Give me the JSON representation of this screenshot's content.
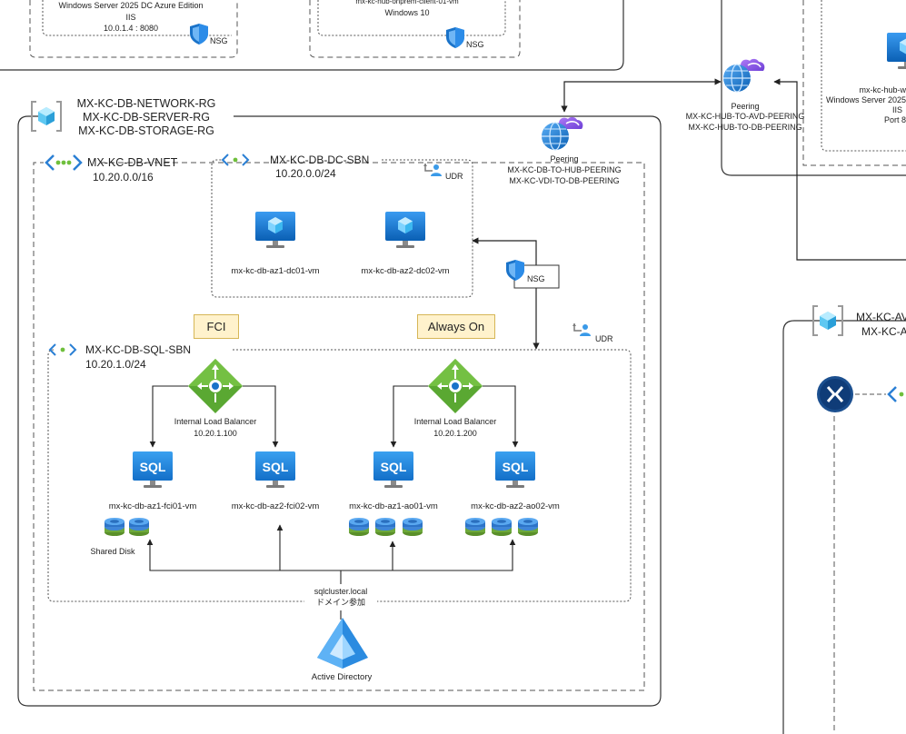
{
  "top_left": {
    "server_os": "Windows Server 2025 DC Azure Edition",
    "server_role": "IIS",
    "server_addr": "10.0.1.4 : 8080",
    "server_nsg": "NSG",
    "client_name": "mx-kc-hub-onprem-client-01-vm",
    "client_os": "Windows 10",
    "client_nsg": "NSG"
  },
  "hub": {
    "peering_label": "Peering",
    "peering_1": "MX-KC-HUB-TO-AVD-PEERING",
    "peering_2": "MX-KC-HUB-TO-DB-PEERING",
    "vm_name": "mx-kc-hub-w",
    "vm_os": "Windows Server 2025",
    "vm_role": "IIS",
    "vm_port": "Port 8"
  },
  "db": {
    "rg_1": "MX-KC-DB-NETWORK-RG",
    "rg_2": "MX-KC-DB-SERVER-RG",
    "rg_3": "MX-KC-DB-STORAGE-RG",
    "peering_label": "Peering",
    "peering_1": "MX-KC-DB-TO-HUB-PEERING",
    "peering_2": "MX-KC-VDI-TO-DB-PEERING",
    "vnet_name": "MX-KC-DB-VNET",
    "vnet_cidr": "10.20.0.0/16",
    "dc_subnet_name": "MX-KC-DB-DC-SBN",
    "dc_subnet_cidr": "10.20.0.0/24",
    "udr_1": "UDR",
    "udr_2": "UDR",
    "nsg": "NSG",
    "dc_vm_1": "mx-kc-db-az1-dc01-vm",
    "dc_vm_2": "mx-kc-db-az2-dc02-vm",
    "fci_tag": "FCI",
    "always_on_tag": "Always On",
    "sql_subnet_name": "MX-KC-DB-SQL-SBN",
    "sql_subnet_cidr": "10.20.1.0/24",
    "lb_1_label": "Internal Load Balancer",
    "lb_1_ip": "10.20.1.100",
    "lb_2_label": "Internal Load Balancer",
    "lb_2_ip": "10.20.1.200",
    "sql_text": "SQL",
    "sql_vm_1": "mx-kc-db-az1-fci01-vm",
    "sql_vm_2": "mx-kc-db-az2-fci02-vm",
    "sql_vm_3": "mx-kc-db-az1-ao01-vm",
    "sql_vm_4": "mx-kc-db-az2-ao02-vm",
    "shared_disk": "Shared Disk",
    "domain_name": "sqlcluster.local",
    "domain_join": "ドメイン参加",
    "ad_label": "Active Directory"
  },
  "avd": {
    "rg_1": "MX-KC-AV",
    "rg_2": "MX-KC-A"
  },
  "colors": {
    "azure_blue": "#0078d4",
    "sql_blue": "#1f8ad6",
    "lb_green": "#4caf2f",
    "disk_green": "#69a83a",
    "ad_blue": "#2b8be0",
    "peering_purple": "#8b5cf6",
    "tag_fill": "#fff2cc"
  }
}
